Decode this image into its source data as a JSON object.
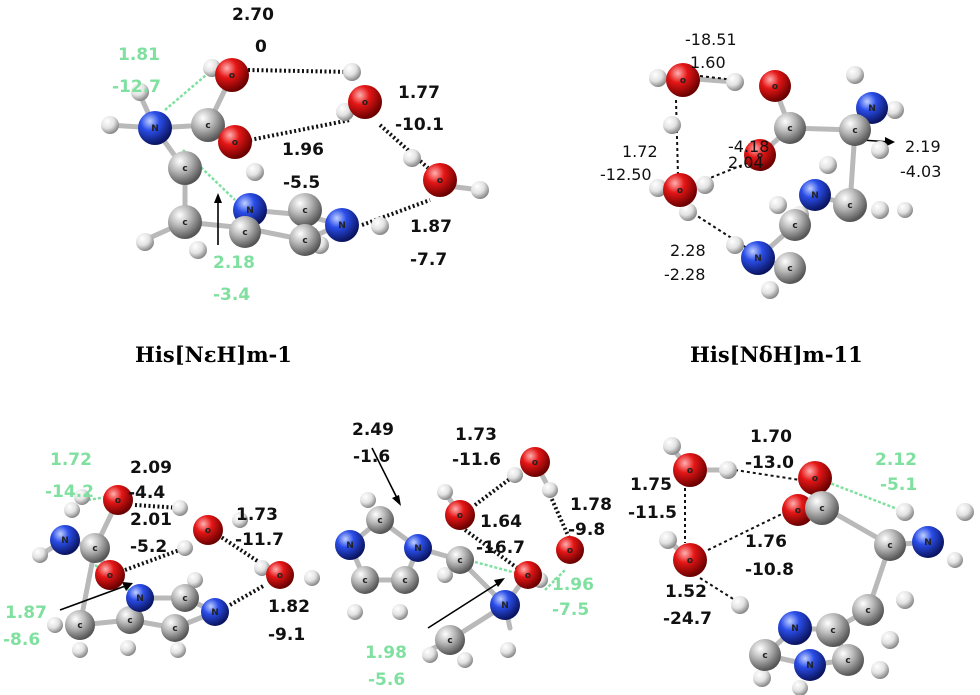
{
  "panel1": {
    "title": "His[NεH]m-1",
    "labels": {
      "a": "2.70",
      "b": "0",
      "c": "1.81",
      "d": "-12.7",
      "e": "1.77",
      "f": "-10.1",
      "g": "1.96",
      "h": "-5.5",
      "i": "1.87",
      "j": "-7.7",
      "k": "2.18",
      "l": "-3.4"
    }
  },
  "panel2": {
    "title": "His[NδH]m-11",
    "labels": {
      "a": "-18.51",
      "b": "1.60",
      "c": "1.72",
      "d": "-12.50",
      "e": "-4.18",
      "f": "2.04",
      "g": "2.19",
      "h": "-4.03",
      "i": "2.28",
      "j": "-2.28"
    }
  },
  "panel3": {
    "labels": {
      "a": "1.72",
      "b": "-14.2",
      "c": "2.09",
      "d": "-4.4",
      "e": "2.01",
      "f": "-5.2",
      "g": "1.73",
      "h": "-11.7",
      "i": "1.87",
      "j": "-8.6",
      "k": "1.82",
      "l": "-9.1"
    }
  },
  "panel4": {
    "labels": {
      "a": "2.49",
      "b": "-1.6",
      "c": "1.73",
      "d": "-11.6",
      "e": "1.64",
      "f": "-16.7",
      "g": "1.78",
      "h": "-9.8",
      "i": "1.96",
      "j": "-7.5",
      "k": "1.98",
      "l": "-5.6"
    }
  },
  "panel5": {
    "labels": {
      "a": "1.70",
      "b": "-13.0",
      "c": "2.12",
      "d": "-5.1",
      "e": "1.75",
      "f": "-11.5",
      "g": "1.76",
      "h": "-10.8",
      "i": "1.52",
      "j": "-24.7"
    }
  },
  "atom_letters": {
    "C": "c",
    "O": "o",
    "N": "N"
  },
  "colors": {
    "carbon": "#9a9a9a",
    "oxygen": "#e01010",
    "nitrogen": "#2040e0",
    "hydrogen": "#e8e8e8",
    "hbond_green": "#7fe0a0",
    "hbond_black": "#111111"
  }
}
